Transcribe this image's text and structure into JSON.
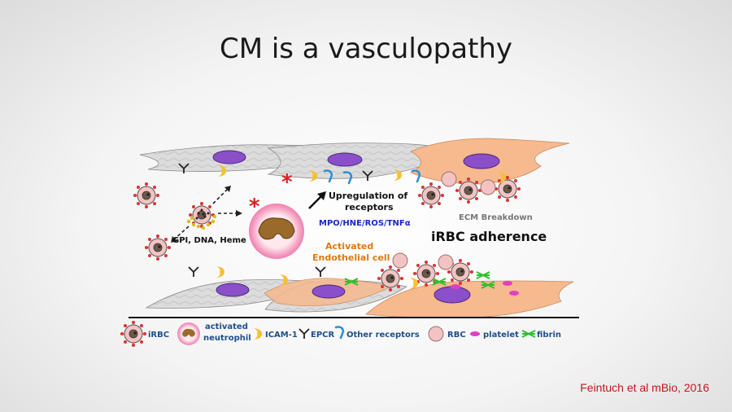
{
  "slide": {
    "title": "CM is a vasculopathy",
    "citation": "Feintuch et al mBio, 2016"
  },
  "diagram": {
    "labels": {
      "gpi": "GPI, DNA, Heme",
      "upregulation_line1": "Upregulation of",
      "upregulation_line2": "receptors",
      "mediators": "MPO/HNE/ROS/TNFα",
      "ecm": "ECM Breakdown",
      "adherence": "iRBC adherence",
      "activated_line1": "Activated",
      "activated_line2": "Endothelial cell",
      "asterisk": "*"
    },
    "legend": {
      "irbc": "iRBC",
      "neutrophil_line1": "activated",
      "neutrophil_line2": "neutrophil",
      "icam": "ICAM-1",
      "epcr": "EPCR",
      "other": "Other receptors",
      "rbc": "RBC",
      "platelet": "platelet",
      "fibrin": "fibrin"
    },
    "colors": {
      "endothelial_gray": "#d9d9d9",
      "endothelial_orange": "#f7b98e",
      "nucleus": "#8b4fc9",
      "neutrophil_ring": "#f07fb0",
      "rbc": "#f3c3c3",
      "icam": "#f5c036",
      "epcr": "#222222",
      "other_receptor": "#2a8fd6",
      "platelet": "#e040c0",
      "fibrin": "#2fbf2f",
      "asterisk": "#e02020",
      "mediator_text": "#1a28c8",
      "activated_text": "#e07a10",
      "legend_text": "#1f4e8c"
    }
  }
}
